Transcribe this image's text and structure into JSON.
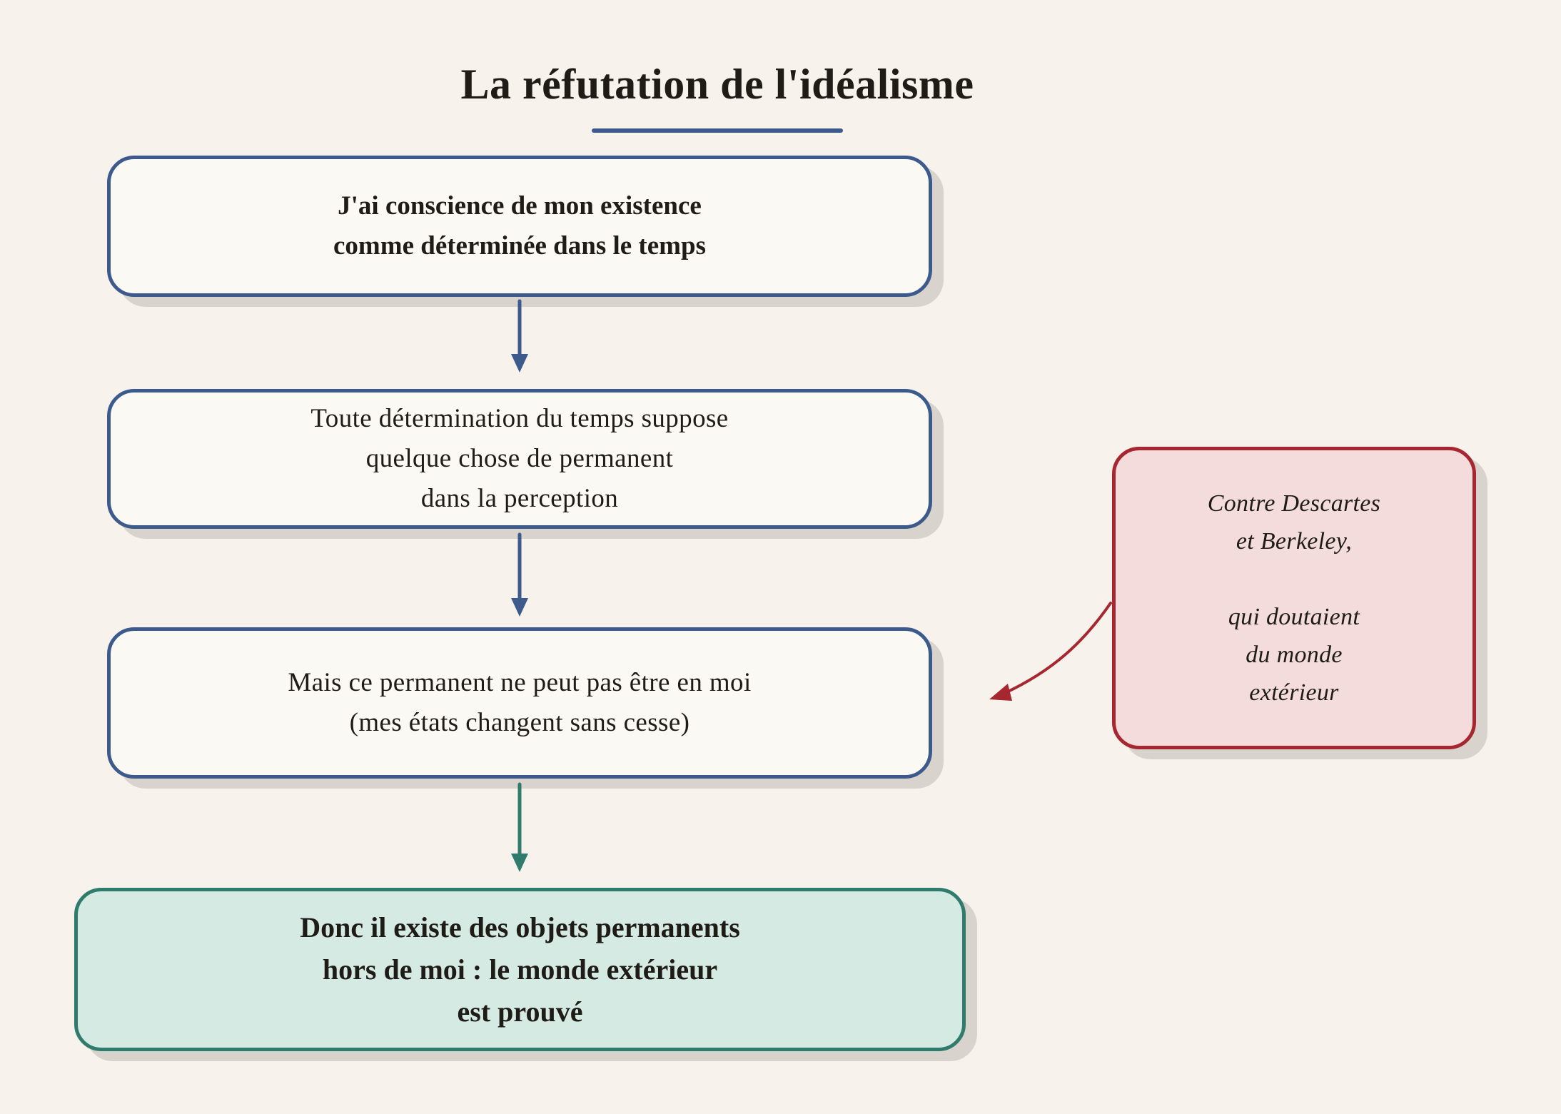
{
  "title": "La réfutation de l'idéalisme",
  "colors": {
    "background": "#f7f3ec",
    "step_border": "#3d5a8c",
    "conclusion_border": "#2f7b6c",
    "conclusion_fill": "#d5eae3",
    "note_border": "#a6272f",
    "note_fill": "#f4dcdc"
  },
  "steps": [
    {
      "lines": [
        "J'ai conscience de mon existence",
        "comme déterminée dans le temps"
      ]
    },
    {
      "lines": [
        "Toute détermination du temps suppose",
        "quelque chose de permanent",
        "dans la perception"
      ]
    },
    {
      "lines": [
        "Mais ce permanent ne peut pas être en moi",
        "(mes états changent sans cesse)"
      ]
    }
  ],
  "conclusion": {
    "lines": [
      "Donc il existe des objets permanents",
      "hors de moi : le monde extérieur",
      "est prouvé"
    ]
  },
  "note": {
    "lines_top": [
      "Contre Descartes",
      "et Berkeley,"
    ],
    "lines_bottom": [
      "qui doutaient",
      "du monde",
      "extérieur"
    ]
  }
}
